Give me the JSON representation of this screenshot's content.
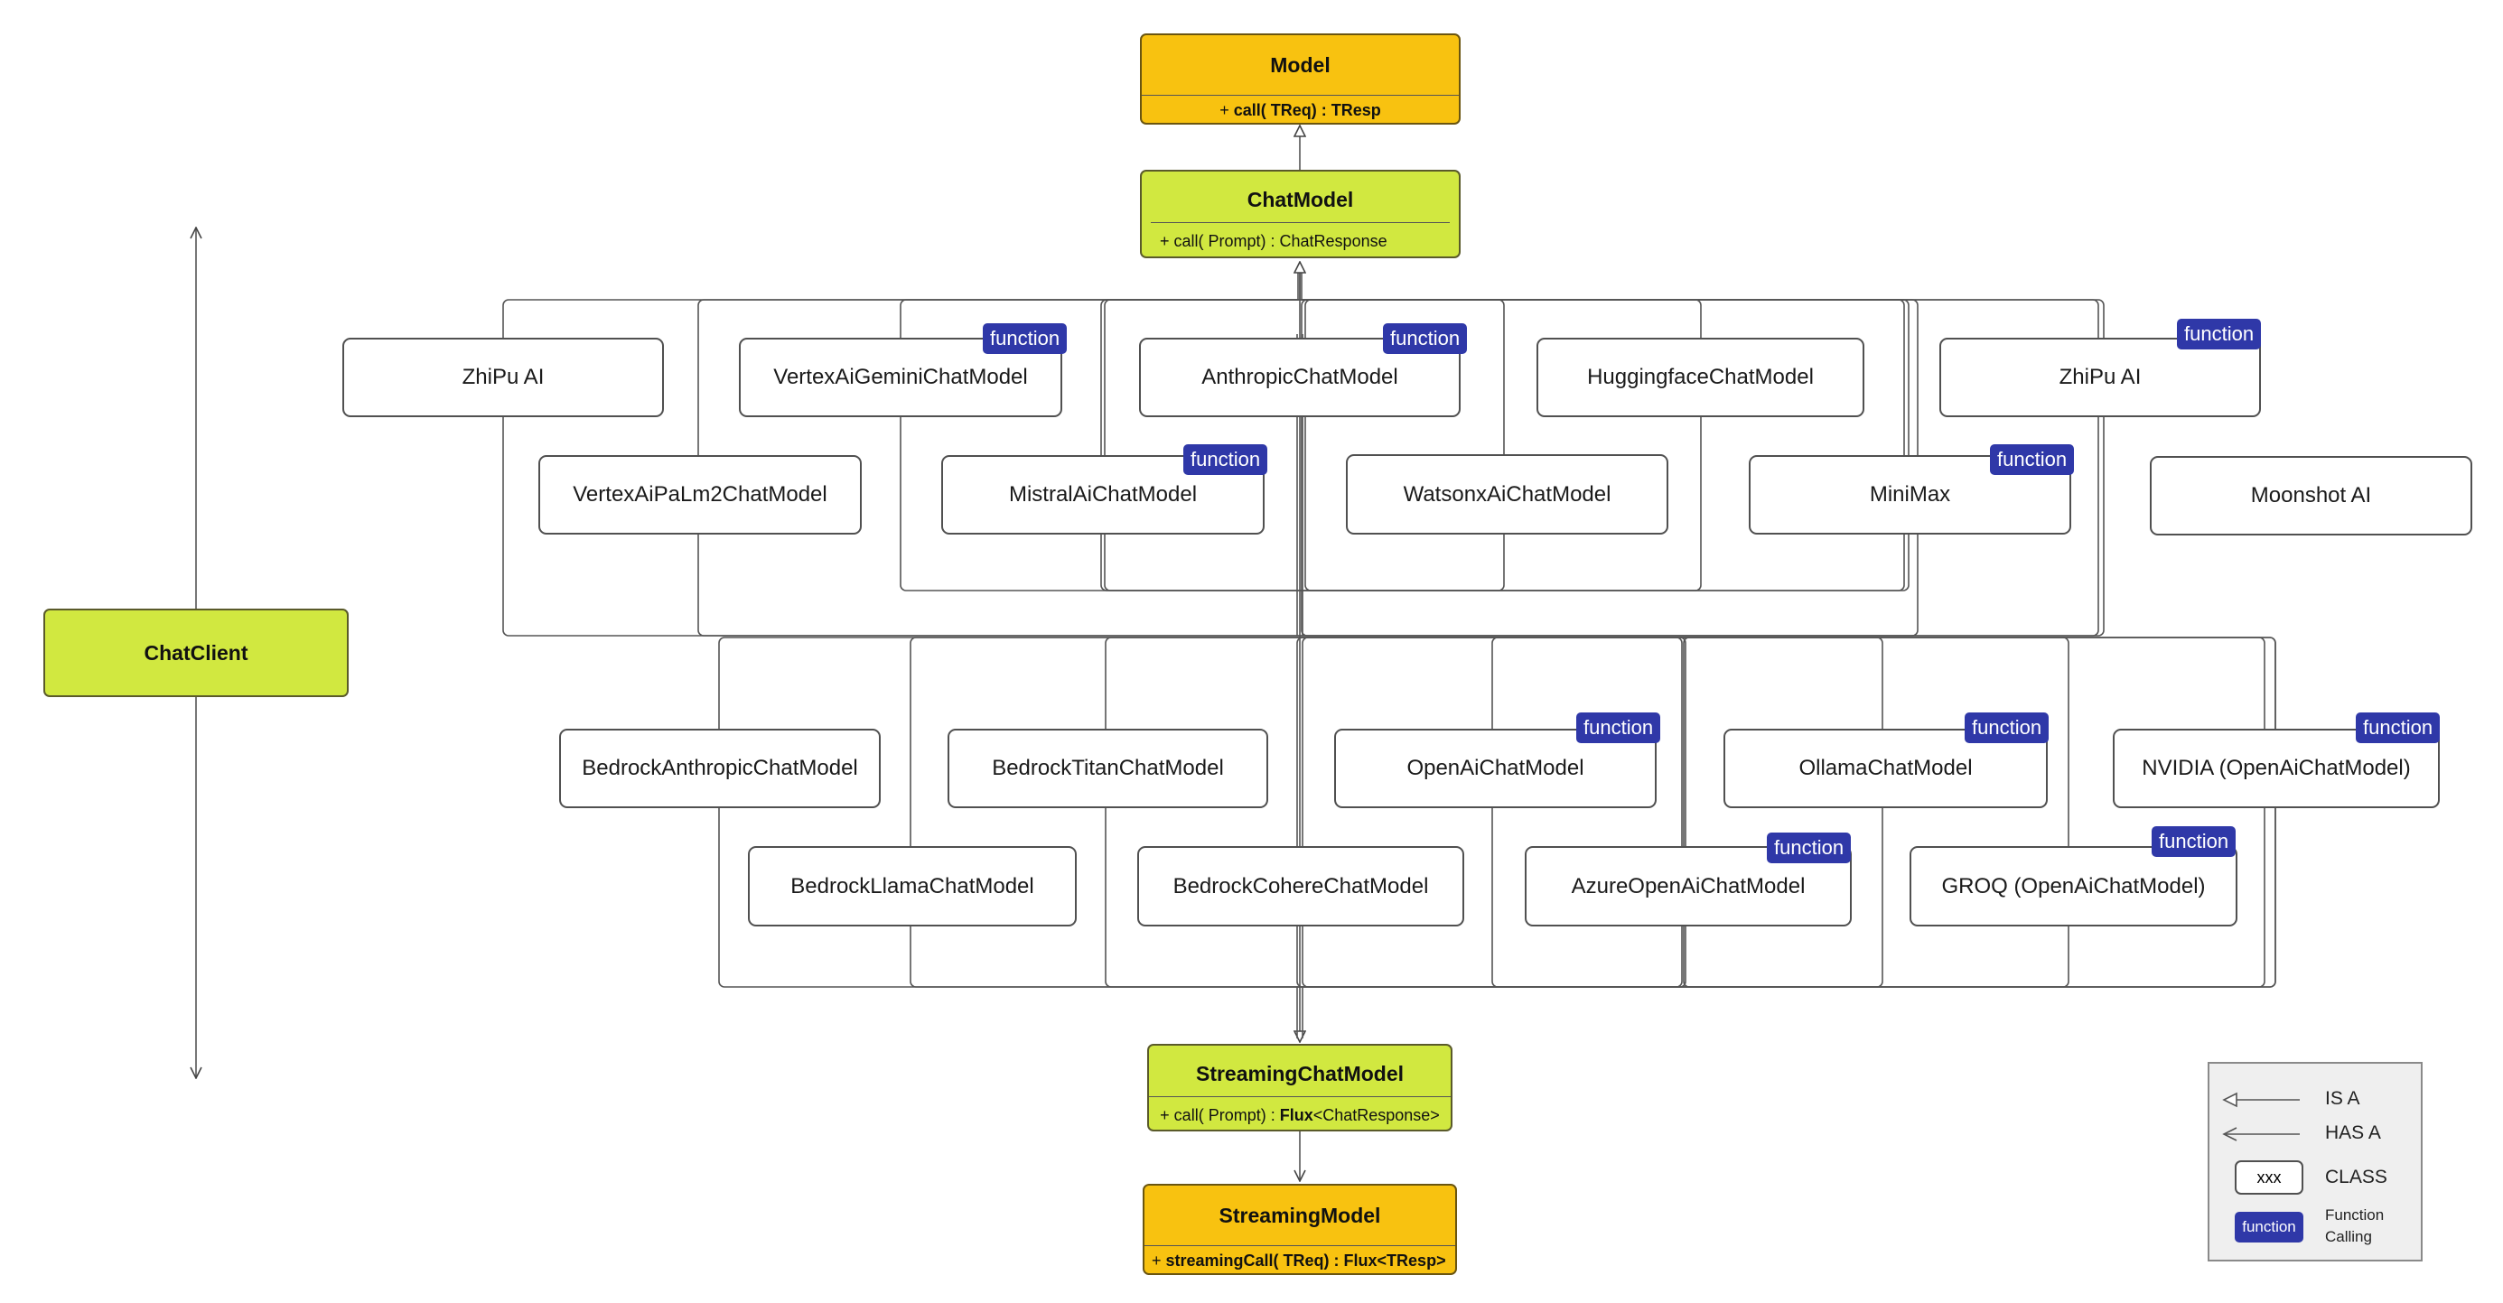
{
  "model": {
    "name": "Model",
    "method_prefix": "+ ",
    "method_name": "call",
    "method_sig": "( TReq) : TResp"
  },
  "chat_model": {
    "name": "ChatModel",
    "method": "+ call( Prompt) : ChatResponse"
  },
  "chat_client": {
    "name": "ChatClient"
  },
  "streaming_chat_model": {
    "name": "StreamingChatModel",
    "method_prefix": "+ call( Prompt) : ",
    "method_flux": "Flux",
    "method_suffix": "<ChatResponse>"
  },
  "streaming_model": {
    "name": "StreamingModel",
    "method_prefix": "+ ",
    "method_sig": "streamingCall( TReq) : Flux<TResp>"
  },
  "badge_label": "function",
  "top_group": {
    "row1": [
      {
        "name": "ZhiPu AI",
        "function": false
      },
      {
        "name": "VertexAiGeminiChatModel",
        "function": true
      },
      {
        "name": "AnthropicChatModel",
        "function": true
      },
      {
        "name": "HuggingfaceChatModel",
        "function": false
      },
      {
        "name": "ZhiPu AI",
        "function": true
      }
    ],
    "row2": [
      {
        "name": "VertexAiPaLm2ChatModel",
        "function": false
      },
      {
        "name": "MistralAiChatModel",
        "function": true
      },
      {
        "name": "WatsonxAiChatModel",
        "function": false
      },
      {
        "name": "MiniMax",
        "function": true
      },
      {
        "name": "Moonshot AI",
        "function": false
      }
    ]
  },
  "bottom_group": {
    "row1": [
      {
        "name": "BedrockAnthropicChatModel",
        "function": false
      },
      {
        "name": "BedrockTitanChatModel",
        "function": false
      },
      {
        "name": "OpenAiChatModel",
        "function": true
      },
      {
        "name": "OllamaChatModel",
        "function": true
      },
      {
        "name": "NVIDIA (OpenAiChatModel)",
        "function": true
      }
    ],
    "row2": [
      {
        "name": "BedrockLlamaChatModel",
        "function": false
      },
      {
        "name": "BedrockCohereChatModel",
        "function": false
      },
      {
        "name": "AzureOpenAiChatModel",
        "function": true
      },
      {
        "name": "GROQ (OpenAiChatModel)",
        "function": true
      }
    ]
  },
  "legend": {
    "is_a": "IS A",
    "has_a": "HAS A",
    "class_sample": "xxx",
    "class_label": "CLASS",
    "function_sample": "function",
    "function_label": "Function Calling"
  }
}
